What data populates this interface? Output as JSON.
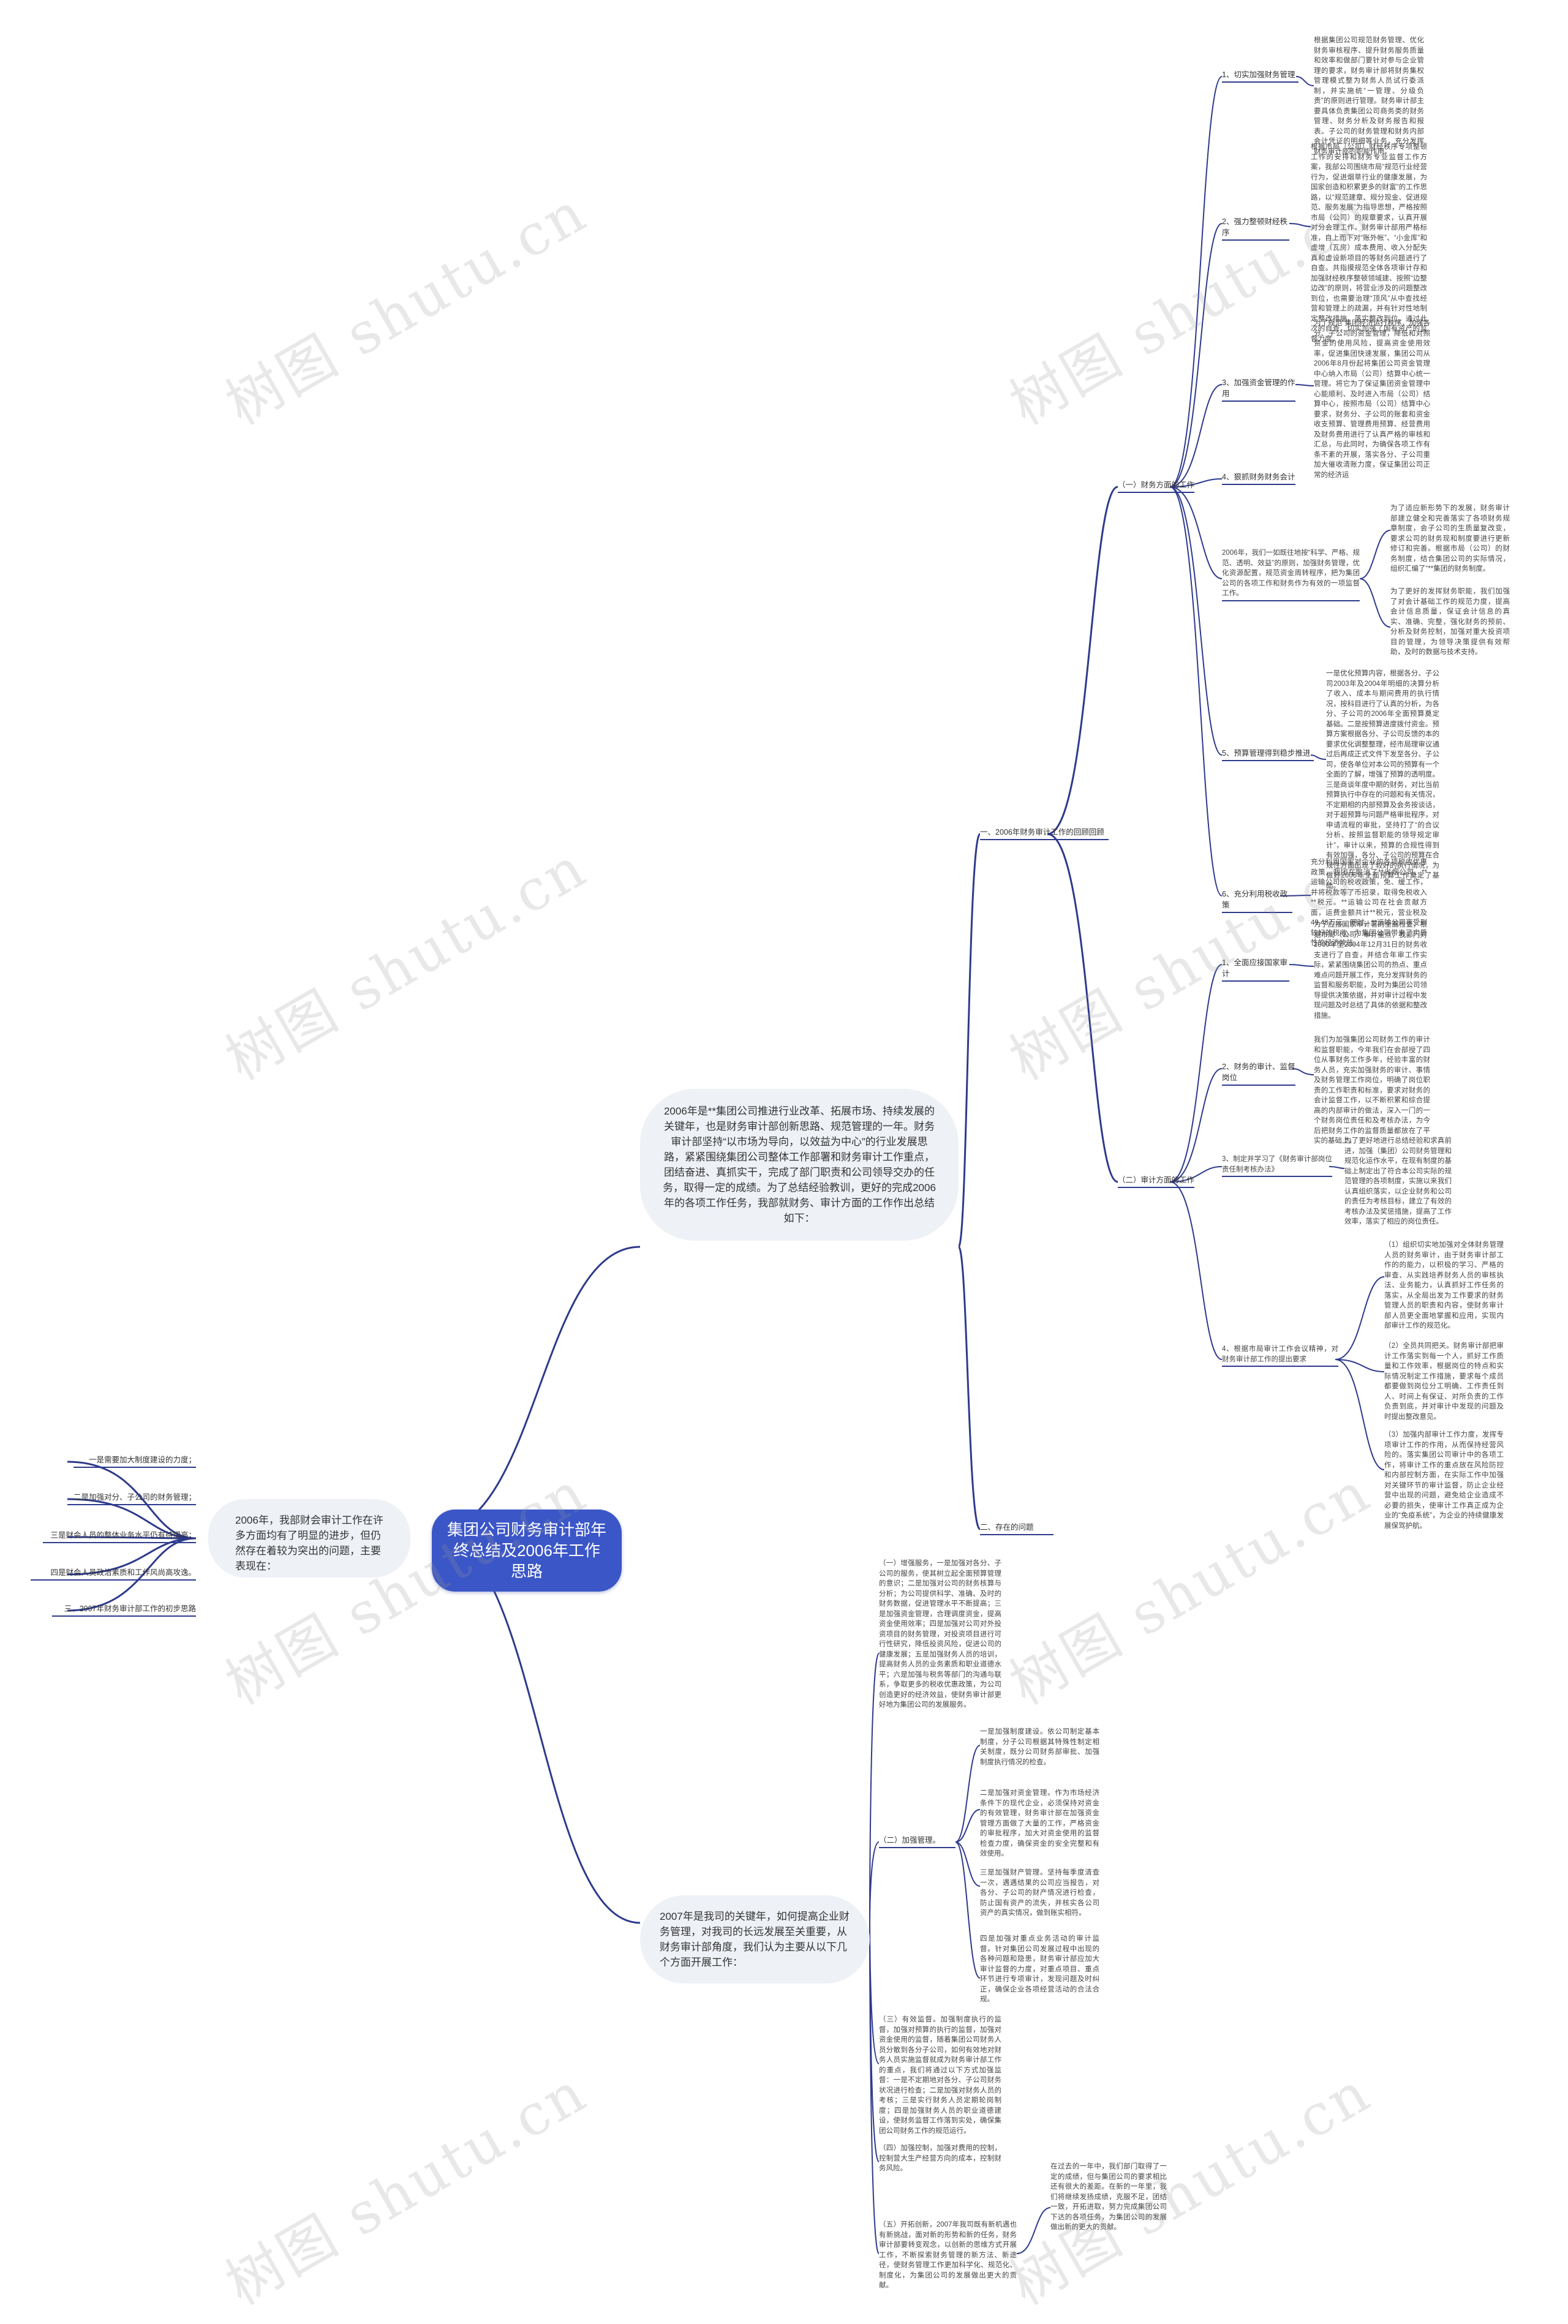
{
  "root": "集团公司财务审计部年终总结及2006年工作思路",
  "branch_2006": "2006年是**集团公司推进行业改革、拓展市场、持续发展的关键年，也是财务审计部创新思路、规范管理的一年。财务审计部坚持“以市场为导向，以效益为中心”的行业发展思路，紧紧围绕集团公司整体工作部署和财务审计工作重点，团结奋进、真抓实干，完成了部门职责和公司领导交办的任务，取得一定的成绩。为了总结经验教训，更好的完成2006年的各项工作任务，我部就财务、审计方面的工作作出总结如下：",
  "branch_2007": "2007年是我司的关键年，如何提高企业财务管理，对我司的长远发展至关重要，从财务审计部角度，我们认为主要从以下几个方面开展工作：",
  "left_branch": {
    "text": "2006年，我部财会审计工作在许多方面均有了明显的进步，但仍然存在着较为突出的问题，主要表现在：",
    "items": [
      "一是需要加大制度建设的力度；",
      "二是加强对分、子公司的财务管理；",
      "三是财会人员的整体业务水平仍有待提高；",
      "四是财会人员政治素质和工作风尚高攻逸。",
      "三、2007年财务审计部工作的初步思路"
    ]
  },
  "sec1": "一、2006年财务审计工作的回顾回顾",
  "sec2": "二、存在的问题",
  "fin": {
    "title": "（一）财务方面的工作",
    "items": [
      {
        "label": "1、切实加强财务管理",
        "text": "根据集团公司规范财务管理、优化财务审核程序、提升财务服务质量和效率和做部门要针对参与企业管理的要求，财务审计部将财务集权管理模式整为财务人员试行委派制，并实施统“一管理、分级负责”的原则进行管理。财务审计部主要具体负责集团公司商务类的财务管理、财务分析及财务报告和报表。子公司的财务管理和财务内部会计凭证的明细等业务，充分发挥财务审计部的职能作用。"
      },
      {
        "label": "2、强力整顿财经秩序",
        "text": "根据市局（公司）财经秩序专项整顿工作的安排和财务专业监督工作方案，我部公司围绕市局“规范行业经营行为，促进烟草行业的健康发展，为国家创造和积累更多的财富”的工作思路，以“规范建章、规分现金、促进规范、服务发展”为指导思想，严格按照市局（公司）的规章要求，认真开展对分会理工作。财务审计部用严格标准，自上而下对“账外帐”、“小金库”和虚增（瓦房）成本费用、收入分配失真和虚设新项目的等财务问题进行了自查。共指摸规范全体各项审计存和加强财经秩序整顿领域建、按照“边整边改”的原则，将营业涉及的问题整改到位，也需要治理“顶风”从中查找经营和管理上的疏漏，并有针对性地制定整改措施，落实整改到位，通过此次的自查，切实加强了国有资产的监督力度。"
      },
      {
        "label": "3、加强资金管理的作用",
        "text": "为了规范“集团经济运行秩序，加强各分、子公司的资金管理，降低和对照资金的使用风险，提高资金使用效率，促进集团快速发展，集团公司从2006年8月份起将集团公司资金管理中心纳入市局（公司）结算中心统一管理。将它为了保证集团资金管理中心能顺利、及时进入市局（公司）结算中心，按照市局（公司）结算中心要求，财务分、子公司的账套和资金收支预算、管理费用预算、经营费用及财务费用进行了认真严格的审核和汇总，与此同时，为确保各项工作有条不紊的开展，落实各分、子公司重加大催收清账力度，保证集团公司正常的经济运"
      },
      {
        "label": "4、狠抓财务财务会计"
      },
      {
        "label": "2006年，我们一如既往地按“科学、严格、规范、透明、效益”的原则，加强财务管理，优化资源配置，规范资金周转程序，把为集团公司的各项工作和财务作为有效的一项监督工作。",
        "subs": [
          "为了适应新形势下的发展，财务审计部建立健全和完善落实了各项财务规章制度，会子公司的生质量复改变，要求公司的财务现和制度要进行更新修订和完善。根据市局（公司）的财务制度，结合集团公司的实际情况，组织汇编了“**集团的财务制度。",
          "为了更好的发挥财务职能，我们加强了对会计基础工作的规范力度，提高会计信息质量，保证会计信息的真实、准确、完整，强化财务的预前、分析及财务控制，加强对重大投资项目的管理，为领导决策提供有效帮助，及时的数据与技术支持。"
        ]
      },
      {
        "label": "5、预算管理得到稳步推进",
        "text": "一是优化预算内容，根据各分、子公司2003年及2004年明细的决算分析了收入、成本与期间费用的执行情况，按科目进行了认真的分析，为各分、子公司的2006年全面预算奠定基础。二是按预算进度拨付资金。预算方案根据各分、子公司反馈的本的要求优化调整整理，经市局理审议通过后再成正式文件下发至各分、子公司，使各单位对本公司的预算有一个全面的了解，增强了预算的透明度。三是商谈年度中期的财务，对比当前预算执行中存在的问题和有关情况，不定期相的内部预算及会务按谈话，对于超预算与问题严格审批程序，对申请流程的审批，坚持打了“的合议分析、按照监督职能的领导规定审计”，审计以来，预算的合规性得到有效加强，各分、子公司的预算在合规性方面出现了较好的执行情况，为做好2006年全面预算工作奠定了基础。"
      },
      {
        "label": "6、充分利用税收政策",
        "text": "充分利用国家对企业的各项税收优惠政策，我团在取消了**省烟公司、**运输公司的税收政策，免、缓工作，并将税款等了币招录，取得免税收入**税元。**运输公司在社会贡献方面，运费金额共计**税元，营业税及49.48万元，同时，**运输公司享受到较好的税收、为集团公司带来了实质性的经济效益。"
      }
    ]
  },
  "aud": {
    "title": "（二）审计方面的工作",
    "items": [
      {
        "label": "1、全面应接国家审计",
        "text": "为了应接国家审计署的全面检查，根据市局（公司）审计重点，我部门对2000年至2004年12月31日的财务收支进行了自查，并结合年审工作实际，紧紧围绕集团公司的热点、重点难点问题开展工作，充分发挥财务的监督和服务职能，及时为集团公司领导提供决策依据，并对审计过程中发现问题及时总结了具体的依据和整改措施。"
      },
      {
        "label": "2、财务的审计、监督岗位",
        "text": "我们为加强集团公司财务工作的审计和监督职能，今年我们在会部授了四位从事财务工作多年，经验丰富的财务人员，充实加强财务的审计、事情及财务管理工作岗位，明确了岗位职责的工作职责和标准，要求对财务的会计监督工作，以不断积累和综合提高的内部审计的做法，深入一门的一个财务岗位责任和及考核办法，为今后把财务工作的监督质量都放在了平实的基础上。"
      },
      {
        "label": "3、制定并学习了《财务审计部岗位责任制考核办法》",
        "text": "为了更好地进行总结经验和求真前进，加强（集团）公司财务管理和规范化运作水平，在现有制度的基础上制定出了符合本公司实际的规范管理的各项制度，实施以来我们认真组织落实，以企业财务和公司的责任为考核目标，建立了有效的考核办法及奖惩措施，提高了工作效率，落实了相应的岗位责任。"
      },
      {
        "label": "4、根据市局审计工作会议精神，对财务审计部工作的提出要求",
        "subs": [
          "（1）组织切实地加强对全体财务管理人员的财务审计，由于财务审计部工作的的能力，以积极的学习、严格的审查、从实践培养财务人员的审核执法、业务能力，认真抓好工作任务的落实，从全局出发为工作要求的财务管理人员的职责和内容，使财务审计部人员更全面地掌握和应用，实现内部审计工作的规范化。",
          "（2）全员共同把关。财务审计部把审计工作落实到每一个人，抓好工作质量和工作效率，根据岗位的特点和实际情况制定工作措施，要求每个成员都要做到岗位分工明确、工作责任到人、时间上有保证、对所负责的工作负责到底，并对审计中发现的问题及时提出整改意见。",
          "（3）加强内部审计工作力度，发挥专项审计工作的作用，从而保持经营风险的。落实集团公司审计中的各项工作，将审计工作的重点放在风险防控和内部控制方面，在实际工作中加强对关键环节的审计监督，防止企业经营中出现的问题，避免给企业造成不必要的损失，使审计工作真正成为企业的“免疫系统”，为企业的持续健康发展保驾护航。"
        ]
      }
    ]
  },
  "future": [
    {
      "label": "（一）增强服务，一是加强对各分、子公司的服务，使其树立起全面预算管理的意识；二是加强对公司的财务核算与分析；为公司提供科学、准确、及时的财务数据，促进管理水平不断提高；三是加强资金管理，合理调度资金，提高资金使用效率；四是加强对公司对外投资项目的财务管理，对投资项目进行可行性研究，降低投资风险，促进公司的健康发展；五是加强财务人员的培训，提高财务人员的业务素质和职业道德水平；六是加强与税务等部门的沟通与联系，争取更多的税收优惠政策，为公司创造更好的经济效益，使财务审计部更好地为集团公司的发展服务。"
    },
    {
      "label": "（二）加强管理。",
      "subs": [
        "一是加强制度建设。依公司制定基本制度，分子公司根据其特殊性制定相关制度，既分公司财务部审批、加强制度执行情况的检查。",
        "二是加强对资金管理。作为市场经济条件下的现代企业，必须保持对资金的有效管理，财务审计部在加强资金管理方面做了大量的工作，严格资金的审批程序，加大对资金使用的监督检查力度，确保资金的安全完整和有效使用。",
        "三是加强财产管理。坚持每季度清查一次，遇遇结果的公司应当报告，对各分、子公司的财产情况进行检查，防止国有资产的流失，并核实各公司资产的真实情况，做到账实相符。",
        "四是加强对重点业务活动的审计监督。针对集团公司发展过程中出现的各种问题和隐患，财务审计部应加大审计监督的力度，对重点项目、重点环节进行专项审计，发现问题及时纠正，确保企业各项经营活动的合法合规。"
      ]
    },
    {
      "label": "（三）有效监督。加强制度执行的监督，加强对预算的执行的监督，加强对资金使用的监督，随着集团公司财务人员分散到各分子公司，如何有效地对财务人员实施监督就成为财务审计部工作的重点，我们将通过以下方式加强监督：一是不定期地对各分、子公司财务状况进行检查；二是加强对财务人员的考核；三是实行财务人员定期轮岗制度；四是加强财务人员的职业道德建设，使财务监督工作落到实处，确保集团公司财务工作的规范运行。"
    },
    {
      "label": "（四）加强控制，加强对费用的控制，控制营大生产经营方向的成本，控制财务风险。"
    },
    {
      "label": "（五）开拓创新，2007年我司既有新机遇也有新挑战，面对新的形势和新的任务，财务审计部要转变观念，以创新的思维方式开展工作，不断探索财务管理的新方法、新途径，使财务管理工作更加科学化、规范化、制度化，为集团公司的发展做出更大的贡献。",
      "text": "在过去的一年中，我们部门取得了一定的成绩，但与集团公司的要求相比还有很大的差距。在新的一年里，我们将继续发扬成绩，克服不足，团结一致，开拓进取，努力完成集团公司下达的各项任务，为集团公司的发展做出新的更大的贡献。"
    }
  ],
  "watermark": "树图 shutu.cn"
}
